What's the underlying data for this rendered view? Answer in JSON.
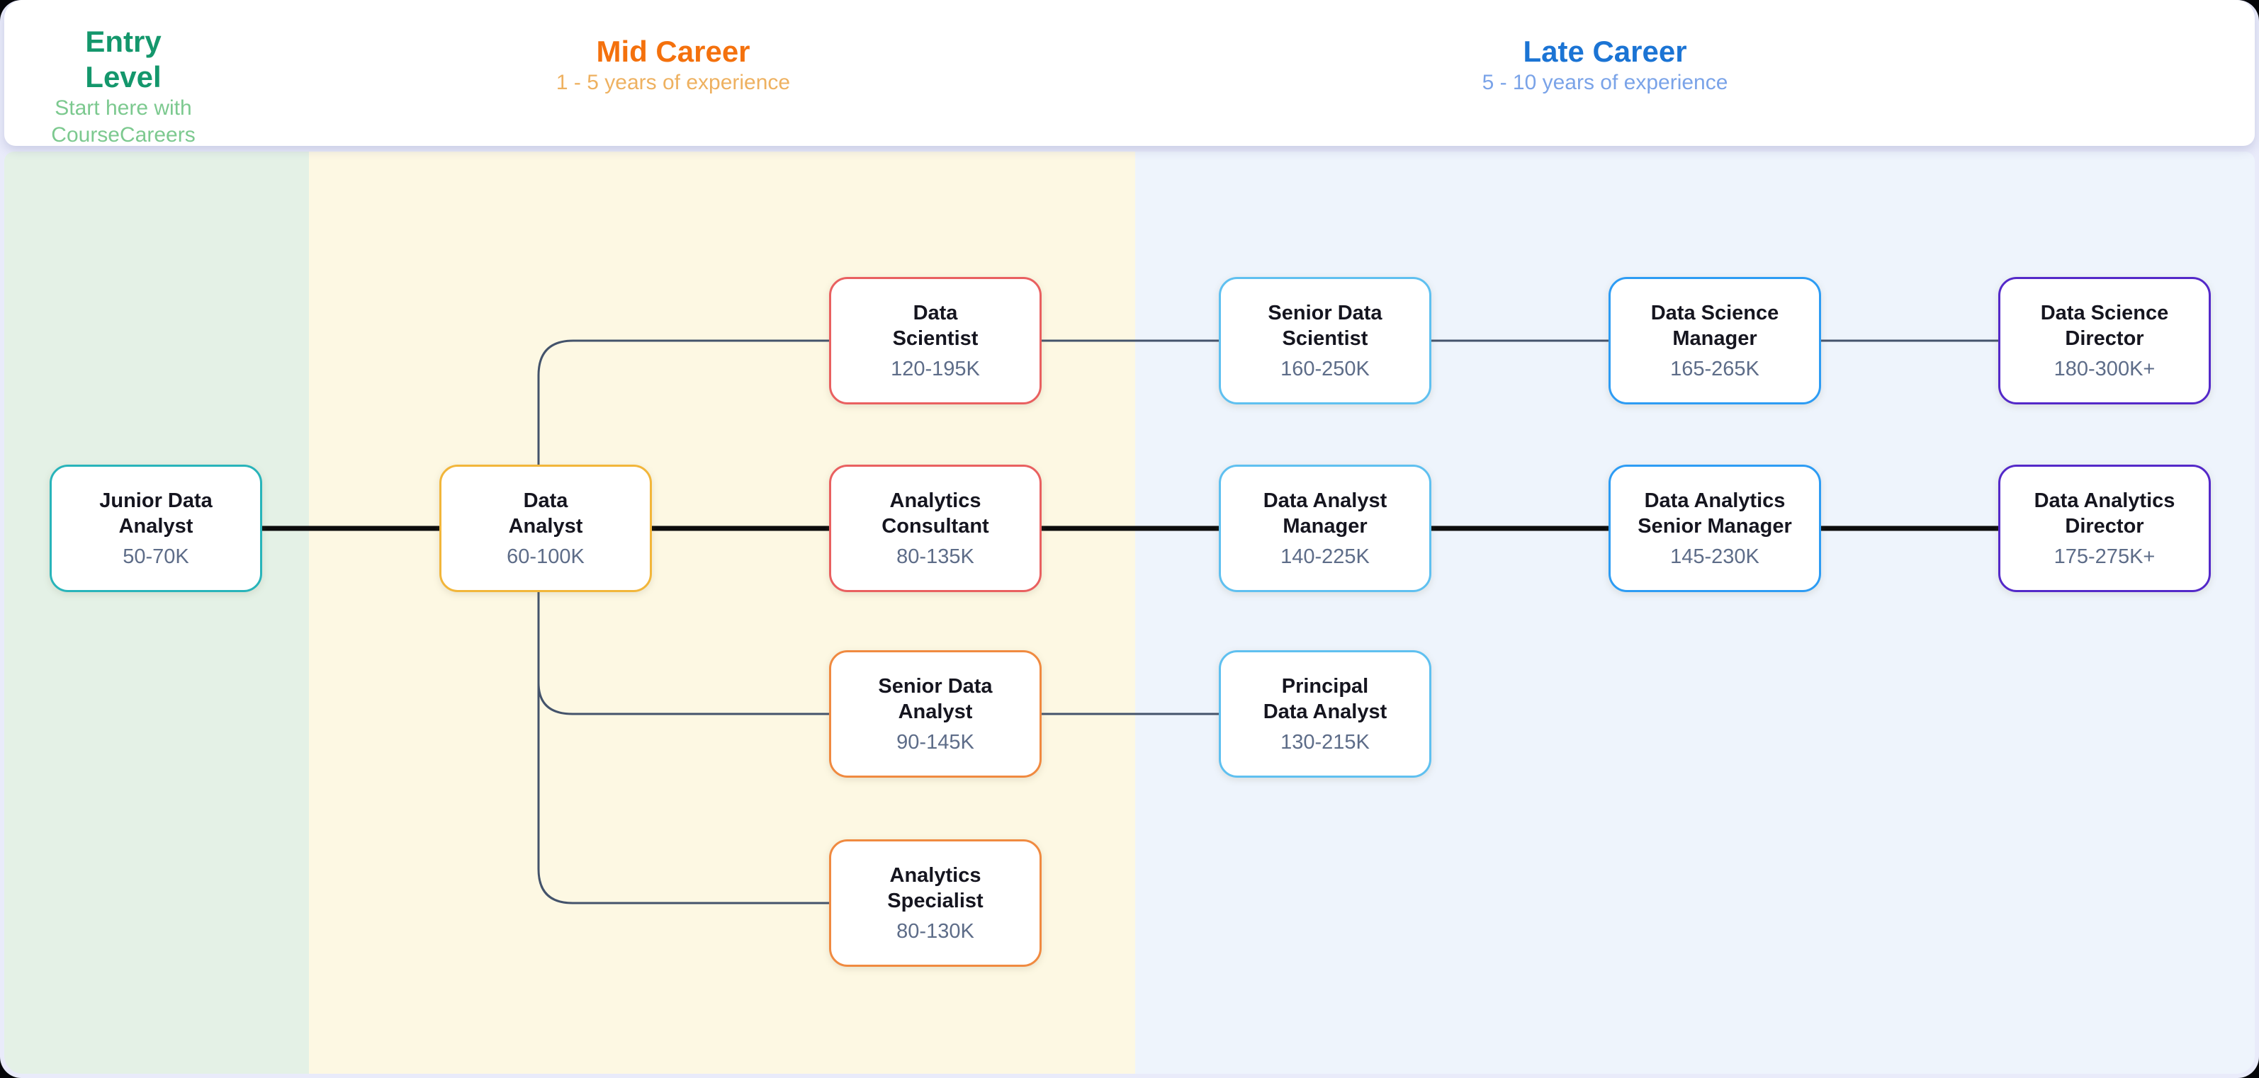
{
  "sections": {
    "entry": {
      "title": "Entry Level",
      "subtitle": "Start here with\nCourseCareers",
      "title_color": "#14976c",
      "subtitle_color": "#7cc98f",
      "column_bg": "#e4f1e6"
    },
    "mid": {
      "title": "Mid Career",
      "subtitle": "1 - 5 years of experience",
      "title_color": "#f4710d",
      "subtitle_color": "#eeb160",
      "column_bg": "#fdf8e3"
    },
    "late": {
      "title": "Late Career",
      "subtitle": "5 - 10 years of experience",
      "title_color": "#1b74d4",
      "subtitle_color": "#7aa3e8",
      "column_bg": "#eef4fc"
    }
  },
  "nodes": {
    "junior": {
      "title": "Junior Data\nAnalyst",
      "salary": "50-70K",
      "border_color": "#28b4ba",
      "section": "entry"
    },
    "analyst": {
      "title": "Data\nAnalyst",
      "salary": "60-100K",
      "border_color": "#f2b63a",
      "section": "mid"
    },
    "scientist": {
      "title": "Data\nScientist",
      "salary": "120-195K",
      "border_color": "#e96060",
      "section": "mid"
    },
    "consultant": {
      "title": "Analytics\nConsultant",
      "salary": "80-135K",
      "border_color": "#e96060",
      "section": "mid"
    },
    "senior_analyst": {
      "title": "Senior Data\nAnalyst",
      "salary": "90-145K",
      "border_color": "#f08a40",
      "section": "mid"
    },
    "specialist": {
      "title": "Analytics\nSpecialist",
      "salary": "80-130K",
      "border_color": "#f08a40",
      "section": "mid"
    },
    "senior_scientist": {
      "title": "Senior Data\nScientist",
      "salary": "160-250K",
      "border_color": "#5fc0f0",
      "section": "late"
    },
    "analyst_manager": {
      "title": "Data Analyst\nManager",
      "salary": "140-225K",
      "border_color": "#5fc0f0",
      "section": "late"
    },
    "principal": {
      "title": "Principal\nData Analyst",
      "salary": "130-215K",
      "border_color": "#5fc0f0",
      "section": "late"
    },
    "science_manager": {
      "title": "Data Science\nManager",
      "salary": "165-265K",
      "border_color": "#2d9cf4",
      "section": "late"
    },
    "senior_manager": {
      "title": "Data Analytics\nSenior Manager",
      "salary": "145-230K",
      "border_color": "#2d9cf4",
      "section": "late"
    },
    "science_director": {
      "title": "Data Science\nDirector",
      "salary": "180-300K+",
      "border_color": "#5429c9",
      "section": "late"
    },
    "analytics_director": {
      "title": "Data Analytics\nDirector",
      "salary": "175-275K+",
      "border_color": "#5429c9",
      "section": "late"
    }
  },
  "edges": [
    {
      "from": "junior",
      "to": "analyst",
      "style": "bold"
    },
    {
      "from": "analyst",
      "to": "scientist",
      "style": "thin"
    },
    {
      "from": "analyst",
      "to": "consultant",
      "style": "bold"
    },
    {
      "from": "analyst",
      "to": "senior_analyst",
      "style": "thin"
    },
    {
      "from": "analyst",
      "to": "specialist",
      "style": "thin"
    },
    {
      "from": "scientist",
      "to": "senior_scientist",
      "style": "thin"
    },
    {
      "from": "senior_scientist",
      "to": "science_manager",
      "style": "thin"
    },
    {
      "from": "science_manager",
      "to": "science_director",
      "style": "thin"
    },
    {
      "from": "consultant",
      "to": "analyst_manager",
      "style": "bold"
    },
    {
      "from": "analyst_manager",
      "to": "senior_manager",
      "style": "bold"
    },
    {
      "from": "senior_manager",
      "to": "analytics_director",
      "style": "bold"
    },
    {
      "from": "senior_analyst",
      "to": "principal",
      "style": "thin"
    }
  ],
  "line_colors": {
    "bold": "#0c0c0c",
    "thin": "#44536b"
  }
}
